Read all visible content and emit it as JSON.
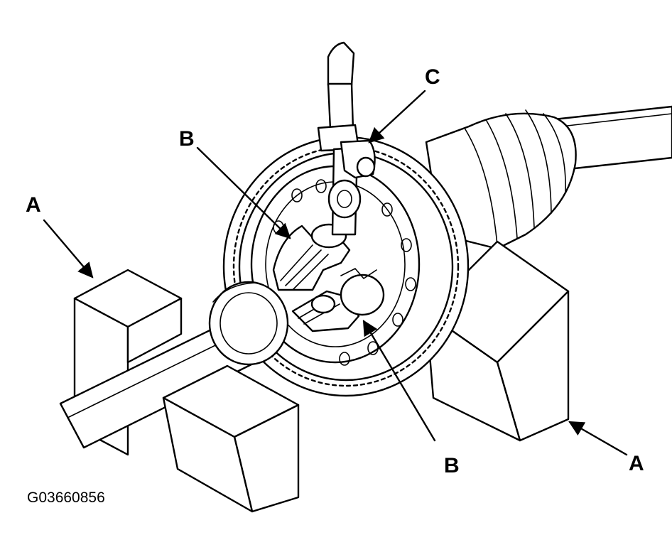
{
  "labels": {
    "a_left": "A",
    "a_right": "A",
    "b_upper": "B",
    "b_lower": "B",
    "c": "C"
  },
  "figure_code": "G03660856"
}
